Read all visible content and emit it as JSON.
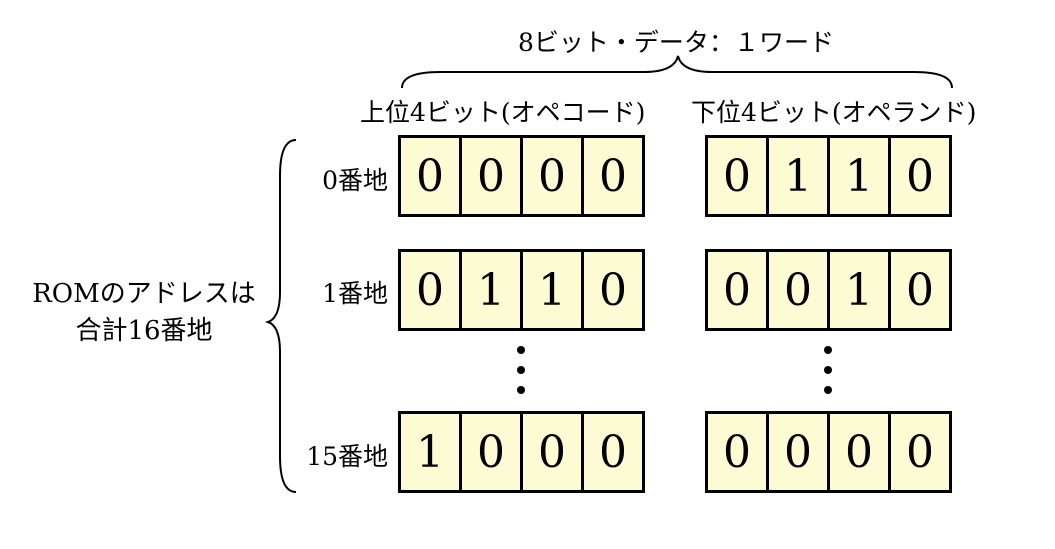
{
  "word_label": "8ビット・データ：１ワード",
  "upper_label": "上位4ビット(オペコード)",
  "lower_label": "下位4ビット(オペランド)",
  "rom_note_line1": "ROMのアドレスは",
  "rom_note_line2": "合計16番地",
  "addresses": [
    {
      "label": "0番地",
      "upper": [
        "0",
        "0",
        "0",
        "0"
      ],
      "lower": [
        "0",
        "1",
        "1",
        "0"
      ]
    },
    {
      "label": "1番地",
      "upper": [
        "0",
        "1",
        "1",
        "0"
      ],
      "lower": [
        "0",
        "0",
        "1",
        "0"
      ]
    },
    {
      "label": "15番地",
      "upper": [
        "1",
        "0",
        "0",
        "0"
      ],
      "lower": [
        "0",
        "0",
        "0",
        "0"
      ]
    }
  ],
  "colors": {
    "cell_fill": "#fdfbd4",
    "border": "#000000"
  }
}
